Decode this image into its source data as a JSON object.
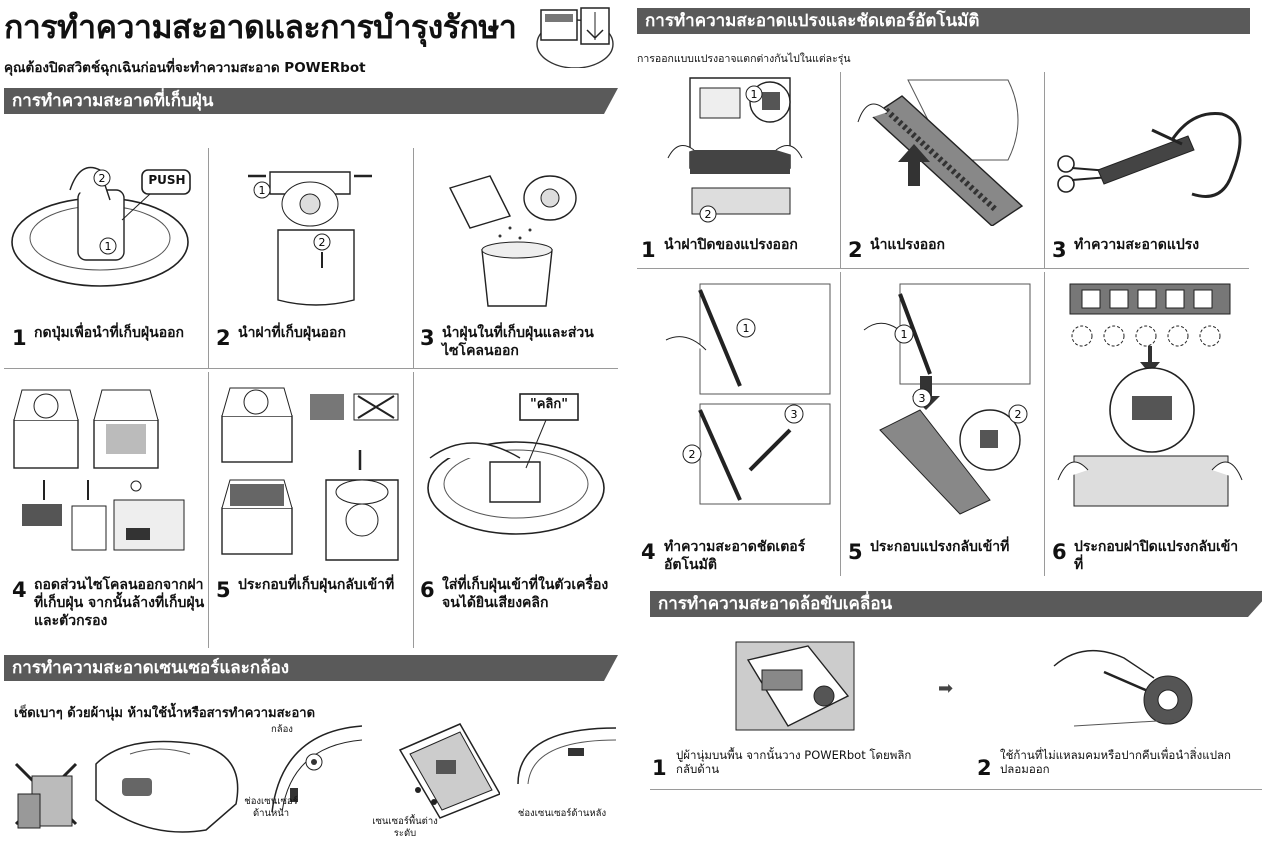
{
  "header": {
    "title": "การทำความสะอาดและการบำรุงรักษา",
    "subtitle": "คุณต้องปิดสวิตช์ฉุกเฉินก่อนที่จะทำความสะอาด POWERbot"
  },
  "dust_bin": {
    "heading": "การทำความสะอาดที่เก็บฝุ่น",
    "push_label": "PUSH",
    "click_label": "\"คลิก\"",
    "steps": [
      {
        "num": "1",
        "text": "กดปุ่มเพื่อนำที่เก็บฝุ่นออก"
      },
      {
        "num": "2",
        "text": "นำฝาที่เก็บฝุ่นออก"
      },
      {
        "num": "3",
        "text": "นำฝุ่นในที่เก็บฝุ่นและส่วนไซโคลนออก"
      },
      {
        "num": "4",
        "text": "ถอดส่วนไซโคลนออกจากฝาที่เก็บฝุ่น จากนั้นล้างที่เก็บฝุ่นและตัวกรอง"
      },
      {
        "num": "5",
        "text": "ประกอบที่เก็บฝุ่นกลับเข้าที่"
      },
      {
        "num": "6",
        "text": "ใส่ที่เก็บฝุ่นเข้าที่ในตัวเครื่องจนได้ยินเสียงคลิก"
      }
    ]
  },
  "sensors": {
    "heading": "การทำความสะอาดเซนเซอร์และกล้อง",
    "instruction": "เช็ดเบาๆ ด้วยผ้านุ่ม ห้ามใช้น้ำหรือสารทำความสะอาด",
    "labels": {
      "camera": "กล้อง",
      "front_sensor": "ช่องเซนเซอร์ด้านหน้า",
      "floor_sensor": "เซนเซอร์พื้นต่างระดับ",
      "rear_sensor": "ช่องเซนเซอร์ด้านหลัง"
    }
  },
  "brush": {
    "heading": "การทำความสะอาดแปรงและชัดเตอร์อัตโนมัติ",
    "note": "การออกแบบแปรงอาจแตกต่างกันไปในแต่ละรุ่น",
    "steps": [
      {
        "num": "1",
        "text": "นำฝาปิดของแปรงออก"
      },
      {
        "num": "2",
        "text": "นำแปรงออก"
      },
      {
        "num": "3",
        "text": "ทำความสะอาดแปรง"
      },
      {
        "num": "4",
        "text": "ทำความสะอาดชัดเตอร์อัตโนมัติ"
      },
      {
        "num": "5",
        "text": "ประกอบแปรงกลับเข้าที่"
      },
      {
        "num": "6",
        "text": "ประกอบฝาปิดแปรงกลับเข้าที่"
      }
    ]
  },
  "wheel": {
    "heading": "การทำความสะอาดล้อขับเคลื่อน",
    "steps": [
      {
        "num": "1",
        "text": "ปูผ้านุ่มบนพื้น จากนั้นวาง POWERbot โดยพลิกกลับด้าน"
      },
      {
        "num": "2",
        "text": "ใช้ก้านที่ไม่แหลมคมหรือปากคีบเพื่อนำสิ่งแปลกปลอมออก"
      }
    ]
  },
  "markers": {
    "m1": "①",
    "m2": "②",
    "m3": "③"
  }
}
